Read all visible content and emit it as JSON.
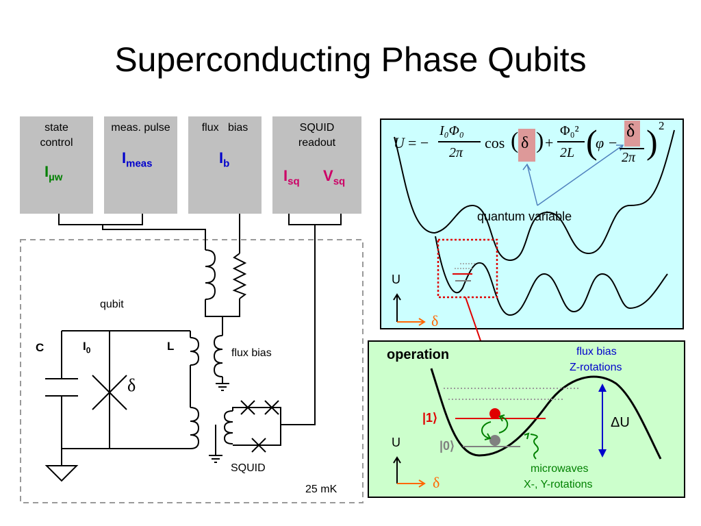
{
  "title": "Superconducting Phase Qubits",
  "boxes": [
    {
      "label": "state control",
      "symbol": "I",
      "sub": "µw",
      "color": "#008000"
    },
    {
      "label": "meas. pulse",
      "symbol": "I",
      "sub": "meas",
      "color": "#0000cc"
    },
    {
      "label": "flux   bias",
      "symbol": "I",
      "sub": "b",
      "color": "#0000cc"
    },
    {
      "label": "SQUID readout",
      "symbols": [
        {
          "symbol": "I",
          "sub": "sq",
          "color": "#cc0066"
        },
        {
          "symbol": "V",
          "sub": "sq",
          "color": "#cc0066"
        }
      ]
    }
  ],
  "circuit": {
    "qubit_label": "qubit",
    "c_label": "C",
    "i0_label": "I",
    "i0_sub": "0",
    "l_label": "L",
    "delta_label": "δ",
    "flux_bias_label": "flux bias",
    "squid_label": "SQUID",
    "temperature_label": "25 mK"
  },
  "potential_panel": {
    "equation": {
      "lhs": "U",
      "eq": "= −",
      "frac1_num": "I₀Φ₀",
      "frac1_den": "2π",
      "cos": "cos",
      "delta": "δ",
      "plus": "+",
      "frac2_num": "Φ₀²",
      "frac2_den": "2L",
      "phi": "φ",
      "minus": "−",
      "frac3_num": "δ",
      "frac3_den": "2π",
      "power": "2"
    },
    "annotation": "quantum variable",
    "axis_y": "U",
    "axis_x": "δ",
    "colors": {
      "background": "#ccffff",
      "highlight": "#dd9999",
      "zoom_box": "#e00000"
    }
  },
  "operation_panel": {
    "title": "operation",
    "flux_bias_line1": "flux bias",
    "flux_bias_line2": "Z-rotations",
    "state1": "|1⟩",
    "state0": "|0⟩",
    "delta_u": "ΔU",
    "microwaves_line1": "microwaves",
    "microwaves_line2": "X-, Y-rotations",
    "axis_y": "U",
    "axis_x": "δ",
    "colors": {
      "background": "#ccffcc",
      "state1": "#e00000",
      "state0": "#808080",
      "arrows": "#008000"
    }
  }
}
